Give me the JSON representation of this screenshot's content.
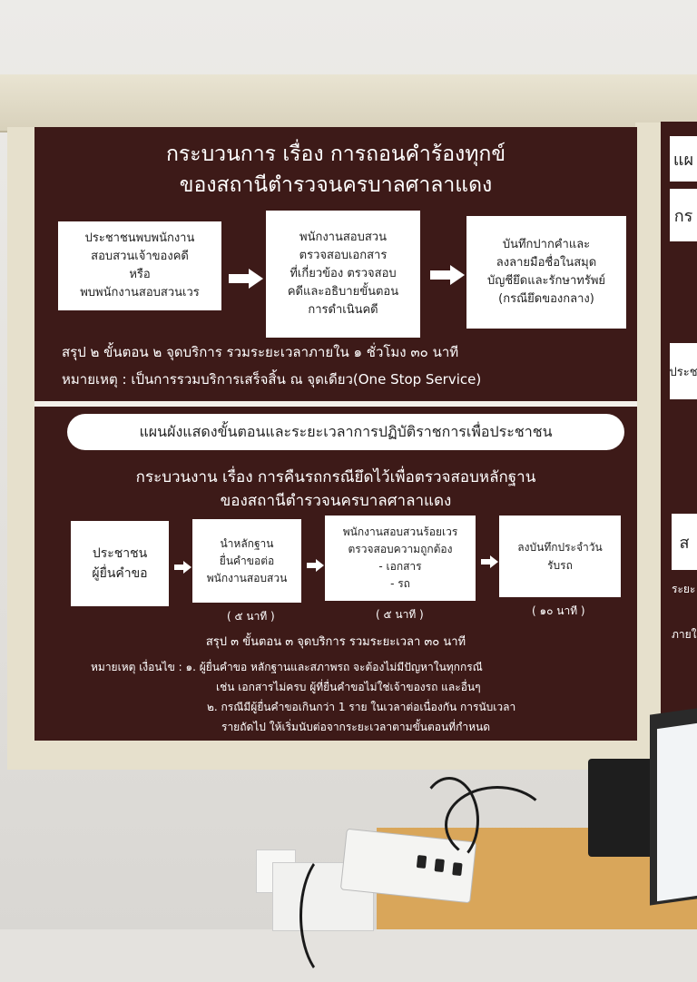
{
  "board": {
    "title_line1": "กระบวนการ เรื่อง การถอนคำร้องทุกข์",
    "title_line2": "ของสถานีตำรวจนครบาลศาลาแดง",
    "process1": {
      "steps": [
        {
          "lines": [
            "ประชาชนพบพนักงาน",
            "สอบสวนเจ้าของคดี",
            "หรือ",
            "พบพนักงานสอบสวนเวร"
          ]
        },
        {
          "lines": [
            "พนักงานสอบสวน",
            "ตรวจสอบเอกสาร",
            "ที่เกี่ยวข้อง ตรวจสอบ",
            "คดีและอธิบายขั้นตอน",
            "การดำเนินคดี"
          ]
        },
        {
          "lines": [
            "บันทึกปากคำและ",
            "ลงลายมือชื่อในสมุด",
            "บัญชียึดและรักษาทรัพย์",
            "(กรณียึดของกลาง)"
          ]
        }
      ],
      "summary": "สรุป ๒ ขั้นตอน ๒ จุดบริการ รวมระยะเวลาภายใน ๑ ชั่วโมง ๓๐ นาที",
      "note": "หมายเหตุ : เป็นการรวมบริการเสร็จสิ้น ณ จุดเดียว(One Stop Service)"
    },
    "banner": "แผนผังแสดงขั้นตอนและระยะเวลาการปฏิบัติราชการเพื่อประชาชน",
    "title2_line1": "กระบวนงาน เรื่อง การคืนรถกรณียึดไว้เพื่อตรวจสอบหลักฐาน",
    "title2_line2": "ของสถานีตำรวจนครบาลศาลาแดง",
    "process2": {
      "steps": [
        {
          "lines": [
            "ประชาชน",
            "ผู้ยื่นคำขอ"
          ],
          "time": ""
        },
        {
          "lines": [
            "นำหลักฐาน",
            "ยื่นคำขอต่อ",
            "พนักงานสอบสวน"
          ],
          "time": "( ๕ นาที )"
        },
        {
          "lines": [
            "พนักงานสอบสวนร้อยเวร",
            "ตรวจสอบความถูกต้อง",
            "- เอกสาร",
            "- รถ"
          ],
          "time": "( ๕ นาที )"
        },
        {
          "lines": [
            "ลงบันทึกประจำวัน",
            "รับรถ"
          ],
          "time": "( ๑๐ นาที )"
        }
      ],
      "summary": "สรุป ๓ ขั้นตอน ๓ จุดบริการ รวมระยะเวลา ๓๐ นาที",
      "note_line1": "หมายเหตุ เงื่อนไข : ๑. ผู้ยื่นคำขอ หลักฐานและสภาพรถ จะต้องไม่มีปัญหาในทุกกรณี",
      "note_line2": "เช่น เอกสารไม่ครบ ผู้ที่ยื่นคำขอไม่ใช่เจ้าของรถ และอื่นๆ",
      "note_line3": "๒. กรณีมีผู้ยื่นคำขอเกินกว่า 1 ราย ในเวลาต่อเนื่องกัน การนับเวลา",
      "note_line4": "รายถัดไป ให้เริ่มนับต่อจากระยะเวลาตามขั้นตอนที่กำหนด"
    }
  },
  "side_board": {
    "card1": "แผ",
    "card2": "กร",
    "card3": "ประช",
    "card4": "ส",
    "text1": "ระยะ",
    "text2": "ภายใ"
  },
  "colors": {
    "board_bg": "#3d1a18",
    "card_bg": "#ffffff",
    "wall": "#e4e2de",
    "desk": "#d9a65a"
  }
}
